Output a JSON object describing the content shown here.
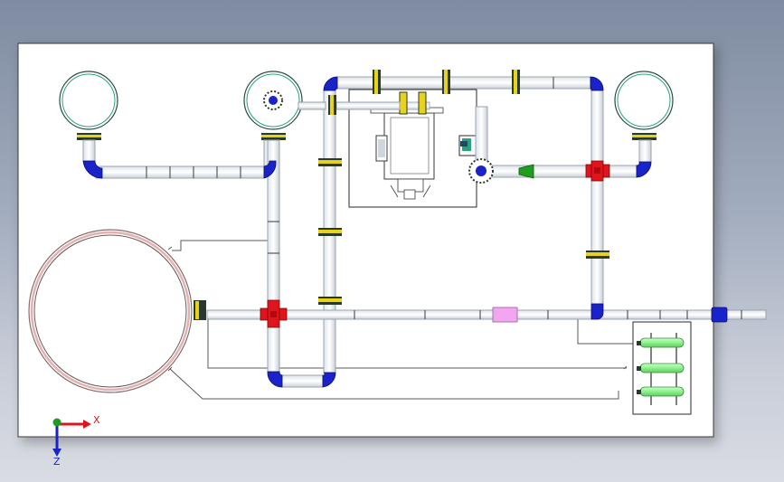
{
  "viewport": {
    "background_top": "#7f8ba1",
    "background_bottom": "#d9dce3",
    "sheet_color": "#ffffff"
  },
  "colors": {
    "pipe_fill": "#f7f9fb",
    "pipe_stroke": "#9aa4ad",
    "elbow": "#1a22c9",
    "tee_cross": "#e0141c",
    "flange": "#e8d21a",
    "flange_dark": "#2a3a2a",
    "reducer": "#1f9d1f",
    "sleeve": "#f3a6f0",
    "vessel_ring": "#2aa27a",
    "tank_ring": "#d79a9a",
    "wire": "#5a5a5a",
    "tube": "#8df08d"
  },
  "components": {
    "filters": [
      "left-filter",
      "center-filter",
      "right-filter"
    ],
    "tank": "storage-tank",
    "pump_skid": "pump-skid",
    "heat_exchanger": "coil-heat-exchanger"
  },
  "triad": {
    "x_label": "X",
    "z_label": "Z",
    "x_color": "#e0141c",
    "y_color": "#1f9d1f",
    "z_color": "#1a22c9"
  }
}
